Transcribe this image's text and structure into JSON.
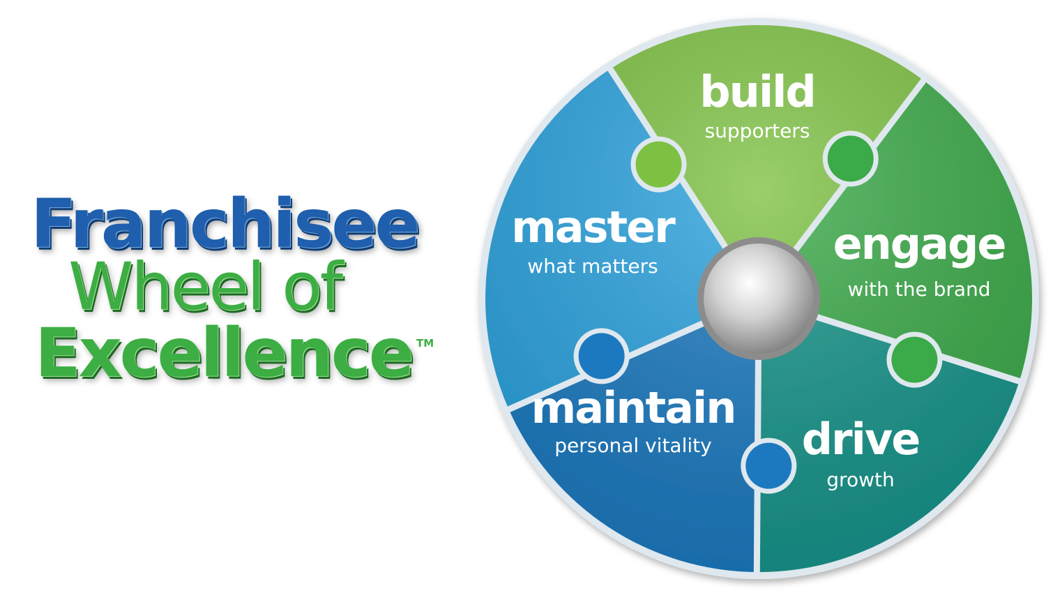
{
  "logo": {
    "line1": "Franchisee",
    "line2": "Wheel of",
    "line3": "Excellence",
    "trademark": "TM"
  },
  "wheel": {
    "segments": [
      {
        "title": "build",
        "subtitle": "supporters",
        "color": "#7dc142"
      },
      {
        "title": "engage",
        "subtitle": "with the brand",
        "color": "#3aaa48"
      },
      {
        "title": "drive",
        "subtitle": "growth",
        "color": "#16948a"
      },
      {
        "title": "maintain",
        "subtitle": "personal vitality",
        "color": "#1a79c0"
      },
      {
        "title": "master",
        "subtitle": "what matters",
        "color": "#2aa2de"
      }
    ],
    "hub_color": "#c8c8c8",
    "border_color": "#dfe8ee"
  }
}
